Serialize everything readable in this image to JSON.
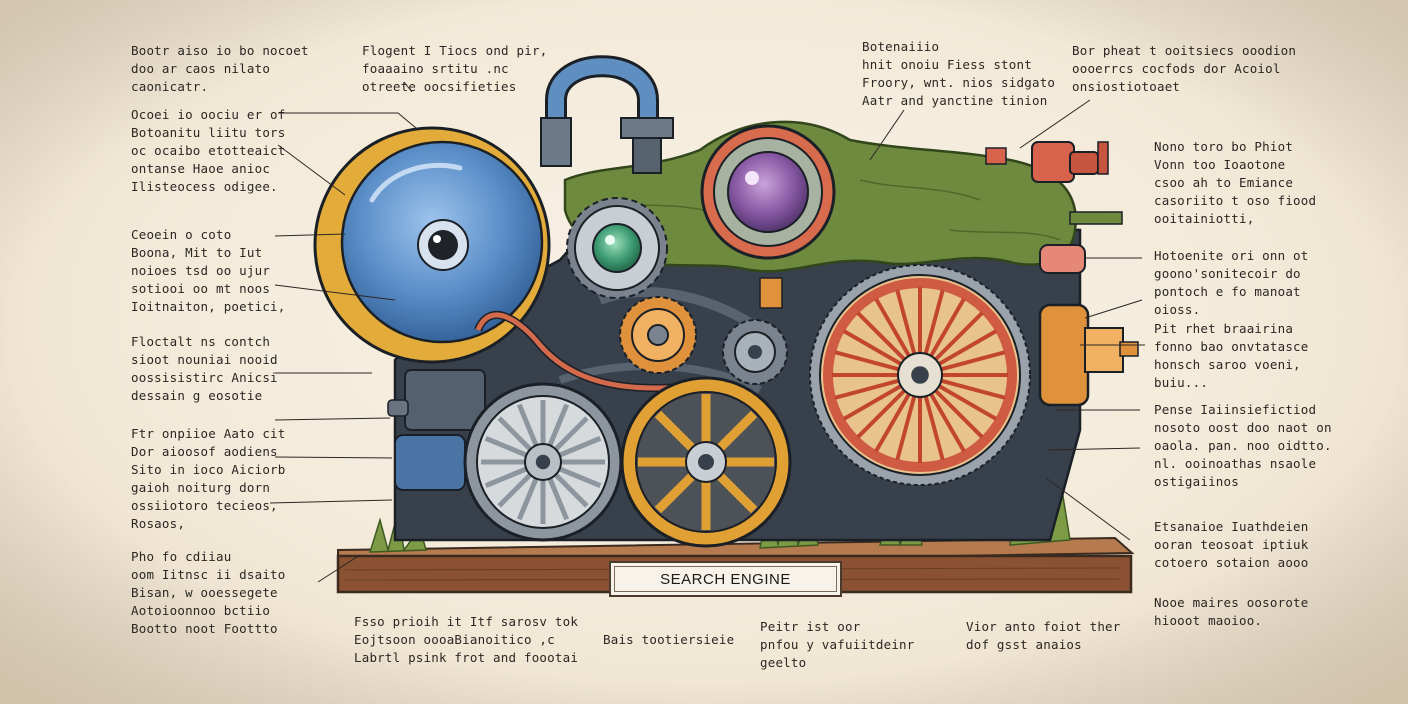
{
  "diagram": {
    "plaque_label": "SEARCH ENGINE",
    "colors": {
      "paper": "#f4ecdd",
      "ink": "#2b2723",
      "blue_lens": "#5b8fc8",
      "yellow_rim": "#e3ac3a",
      "moss": "#6e8a3e",
      "red_wheel": "#cf5b45",
      "orange_wheel": "#e0a033",
      "wood": "#8a5232"
    },
    "annotations": [
      {
        "id": "l1",
        "text": "Bootr aiso io bo nocoet\ndoo ar caos nilato\ncaonicatr."
      },
      {
        "id": "l2",
        "text": "Ocoei io oociu er of\nBotoanitu liitu tors\noc ocaibo etotteaict\nontanse Haoe anioc\nIlisteocess odigee."
      },
      {
        "id": "l3",
        "text": "Ceoein o coto\nBoona, Mit to Iut\nnoioes tsd oo ujur\nsotiooi oo mt noos\nIoitnaiton, poetici,"
      },
      {
        "id": "l4",
        "text": "Floctalt ns contch\nsioot nouniai nooid\noossisistirc Anicsi\ndessain g eosotie"
      },
      {
        "id": "l5",
        "text": "Ftr onpiioe Aato cit\nDor aioosof aodiens\nSito in ioco Aiciorb\ngaioh noiturg dorn\nossiiotoro tecieos,\nRosaos,"
      },
      {
        "id": "l6",
        "text": "Pho fo cdiiau\noom Iitnsc ii dsaito\nBisan, w ooessegete\nAotoioonnoo bctiio\nBootto noot Foottto"
      },
      {
        "id": "t1",
        "text": "Flogent I Tiocs ond pir,\nfoaaaino srtitu .nc\notreete oocsifieties"
      },
      {
        "id": "t2",
        "text": "Botenaiiio\nhnit onoiu Fiess stont\nFroory, wnt. nios sidgato\nAatr and yanctine tinion"
      },
      {
        "id": "t3",
        "text": "Bor pheat t ooitsiecs ooodion\noooerrcs cocfods dor Acoiol\nonsiostiotoaet"
      },
      {
        "id": "r1",
        "text": "Nono toro bo Phiot\nVonn too Ioaotone\ncsoo ah to Emiance\ncasoriito t oso fiood\nooitainiotti,"
      },
      {
        "id": "r2",
        "text": "Hotoenite ori onn ot\ngoono'sonitecoir do\npontoch e fo manoat\noioss."
      },
      {
        "id": "r3",
        "text": "Pit rhet braairina\nfonno bao onvtatasce\nhonsch saroo voeni,\nbuiu..."
      },
      {
        "id": "r4",
        "text": "Pense Iaiinsiefictiod\nnosoto oost doo naot on\noaola. pan. noo oidtto.\nnl. ooinoathas nsaole\nostigaiinos"
      },
      {
        "id": "r5",
        "text": "Etsanaioe Iuathdeien\nooran teosoat iptiuk\ncotoero sotaion aooo"
      },
      {
        "id": "r6",
        "text": "Nooe maires oosorote\nhiooot maoioo."
      },
      {
        "id": "b1",
        "text": "Fsso prioih it Itf sarosv tok\nEojtsoon oooaBianoitico ,c\nLabrtl psink frot and foootai"
      },
      {
        "id": "b2",
        "text": "Bais tootiersieie"
      },
      {
        "id": "b3",
        "text": "Peitr ist oor\npnfou y vafuiitdeinr\ngeelto"
      },
      {
        "id": "b4",
        "text": "Vior anto foiot ther\ndof gsst anaios"
      }
    ]
  }
}
